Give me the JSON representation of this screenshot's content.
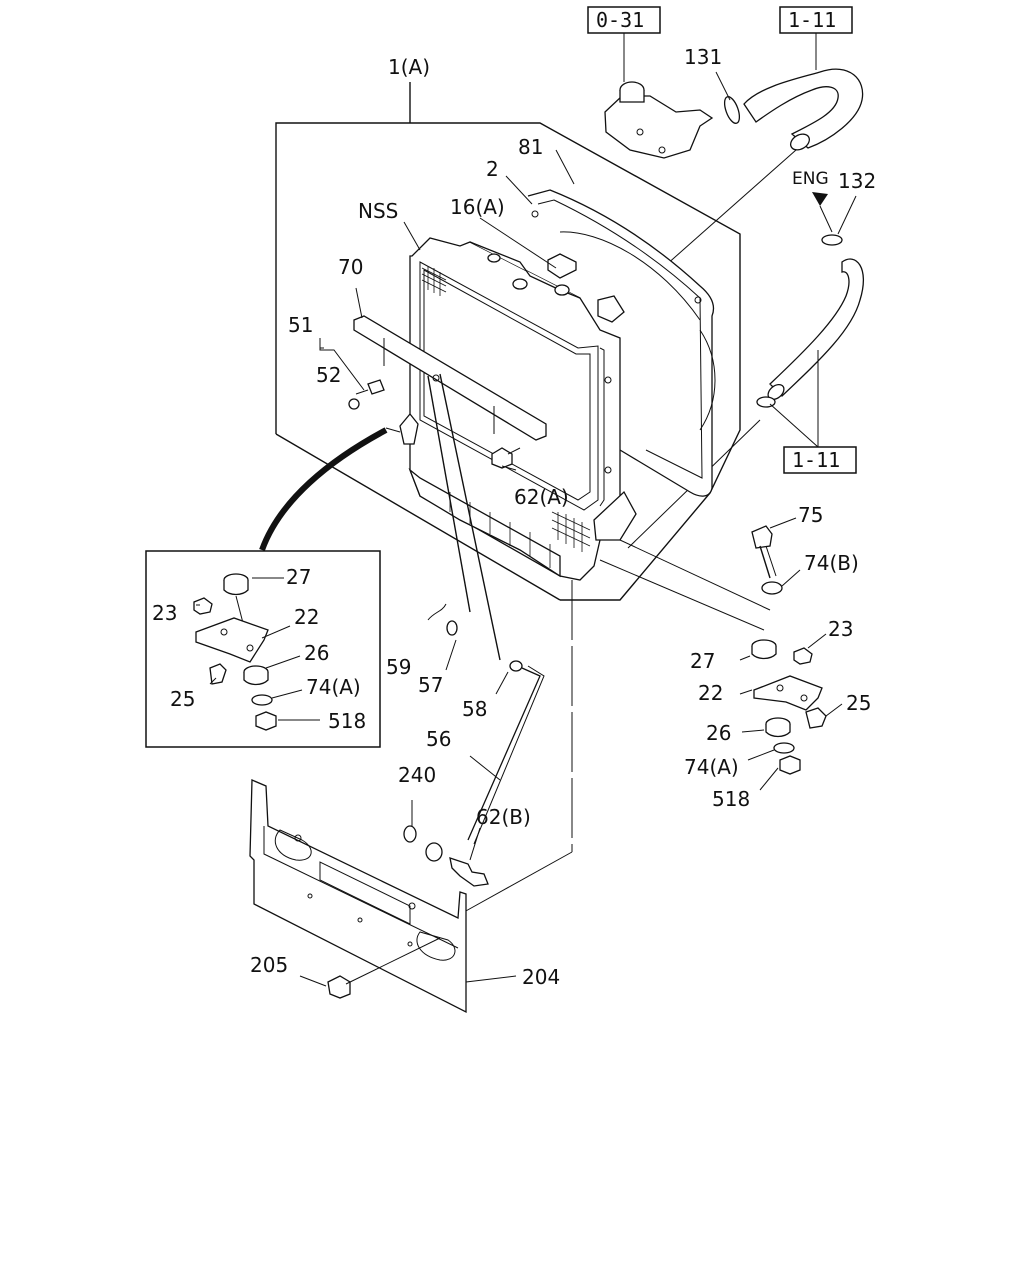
{
  "references": {
    "ref_031": "0-31",
    "ref_111_top": "1-11",
    "ref_111_side": "1-11"
  },
  "labels": {
    "l_1A": "1(A)",
    "l_131": "131",
    "l_81": "81",
    "l_2": "2",
    "l_16A": "16(A)",
    "l_NSS": "NSS",
    "l_ENG": "ENG",
    "l_132": "132",
    "l_70": "70",
    "l_51": "51",
    "l_52": "52",
    "l_62A": "62(A)",
    "l_75": "75",
    "l_74B": "74(B)",
    "l_27_inset": "27",
    "l_23_inset": "23",
    "l_22_inset": "22",
    "l_26_inset": "26",
    "l_25_inset": "25",
    "l_74A_inset": "74(A)",
    "l_518_inset": "518",
    "l_59": "59",
    "l_57": "57",
    "l_58": "58",
    "l_56": "56",
    "l_240": "240",
    "l_62B": "62(B)",
    "l_27_r": "27",
    "l_23_r": "23",
    "l_22_r": "22",
    "l_25_r": "25",
    "l_26_r": "26",
    "l_74A_r": "74(A)",
    "l_518_r": "518",
    "l_205": "205",
    "l_204": "204"
  }
}
